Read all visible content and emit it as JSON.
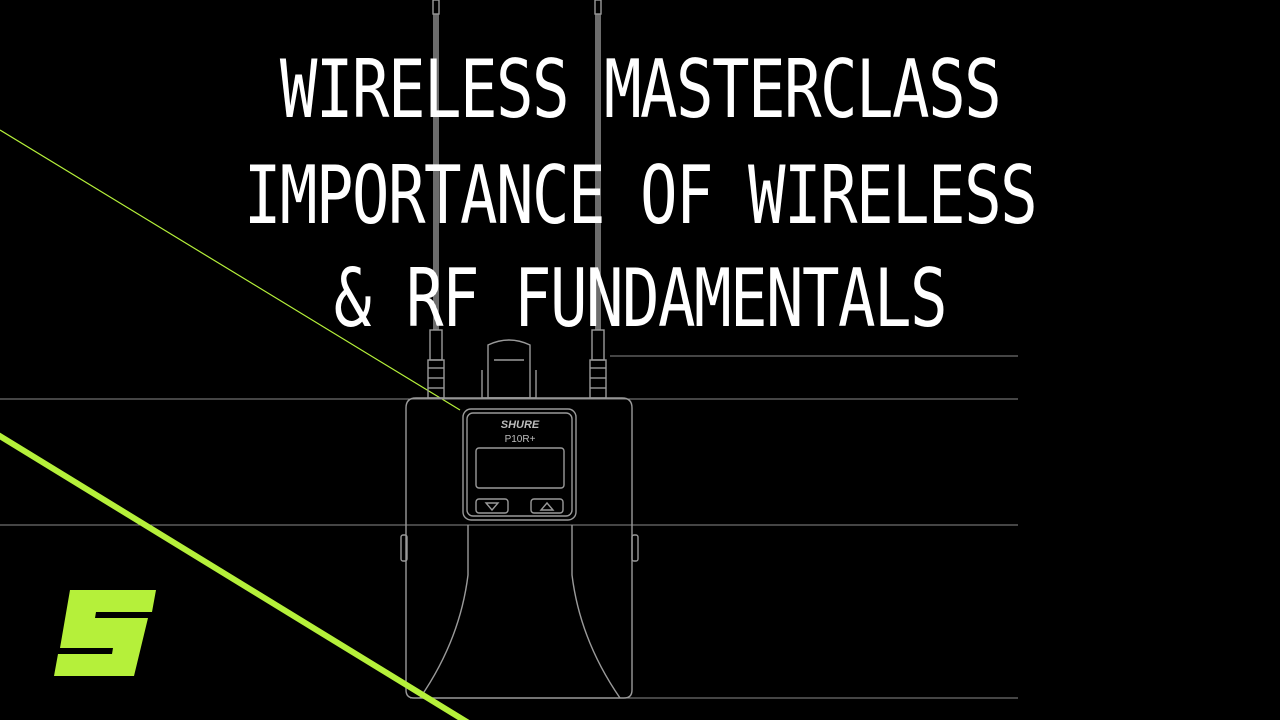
{
  "title": {
    "line1": "WIRELESS MASTERCLASS",
    "line2": "IMPORTANCE OF WIRELESS",
    "line3": "& RF FUNDAMENTALS"
  },
  "device": {
    "brand": "SHURE",
    "model": "P10R+",
    "button_left_icon": "triangle-down-icon",
    "button_right_icon": "triangle-up-icon"
  },
  "logo": {
    "icon": "shure-s-logo-icon"
  },
  "colors": {
    "background": "#000000",
    "accent": "#b5f03a",
    "line_art": "#9a9a9a",
    "text": "#ffffff"
  }
}
